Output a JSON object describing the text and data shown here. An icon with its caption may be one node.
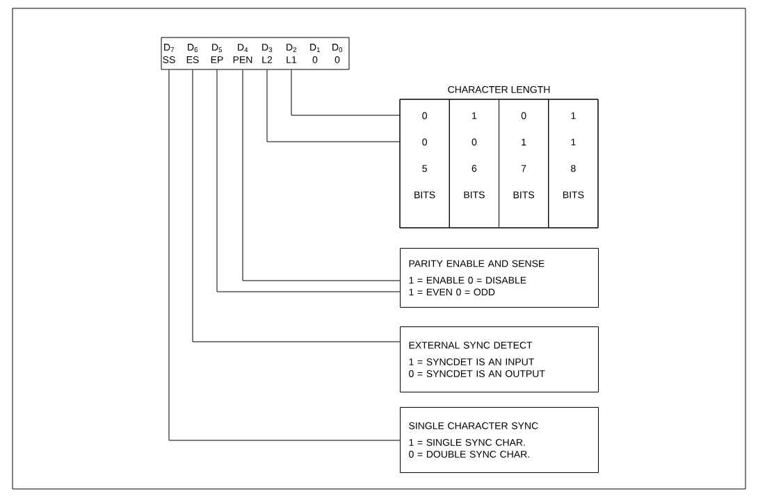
{
  "diagram": {
    "nodes": [
      {
        "text": [],
        "shape": "box"
      },
      {
        "text": [
          "D$_{7}$",
          "SS"
        ],
        "in": 0
      },
      {
        "text": [
          "D$_{6}$",
          "ES"
        ],
        "in": 0
      },
      {
        "text": [
          "D$_{5}$",
          "EP"
        ],
        "in": 0
      },
      {
        "text": [
          "D$_{4}$",
          "PEN"
        ],
        "in": 0
      },
      {
        "text": [
          "D$_{3}$",
          "L2"
        ],
        "in": 0
      },
      {
        "text": [
          "D$_{2}$",
          "L1"
        ],
        "in": 0
      },
      {
        "text": [
          "D$_{1}$",
          "0"
        ],
        "in": 0
      },
      {
        "text": [
          "D$_{0}$",
          "0"
        ],
        "in": 0
      },
      {
        "text": [
          "CHARACTER LENGTH"
        ]
      },
      {
        "text": [
          "0",
          "0",
          "5",
          "BITS"
        ],
        "in": 9
      },
      {
        "text": [
          "1",
          "0",
          "6",
          "BITS"
        ],
        "in": 9
      },
      {
        "text": [
          "0",
          "1",
          "7",
          "BITS"
        ],
        "in": 9
      },
      {
        "text": [
          "1",
          "1",
          "8",
          "BITS"
        ],
        "in": 9
      },
      {
        "text": [
          "PARITY ENABLE AND SENSE",
          "1 = ENABLE 0 = DISABLE",
          "1 = EVEN 0 = ODD"
        ]
      },
      {
        "text": [
          "EXTERNAL SYNC DETECT",
          "1 = SYNCDET IS AN INPUT",
          "0 = SYNCDET IS AN OUTPUT"
        ]
      },
      {
        "text": [
          "SINGLE CHARACTER SYNC",
          "1 = SINGLE SYNC CHAR.",
          "0 = DOUBLE SYNC CHAR."
        ]
      }
    ],
    "edges": [
      {
        "from": 1,
        "to": 16,
        "arrow": "none"
      },
      {
        "from": 2,
        "to": 15,
        "arrow": "none"
      },
      {
        "from": 3,
        "to": 14,
        "arrow": "none"
      },
      {
        "from": 4,
        "to": 14,
        "arrow": "none"
      },
      {
        "from": 5,
        "to": 9,
        "arrow": "none"
      },
      {
        "from": 6,
        "to": 9,
        "arrow": "none"
      }
    ]
  }
}
